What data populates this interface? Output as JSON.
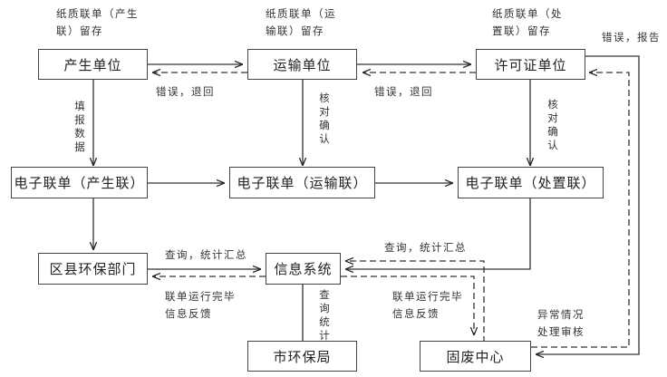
{
  "diagram": {
    "title": "",
    "nodes": {
      "producer": "产生单位",
      "transporter": "运输单位",
      "permit_unit": "许可证单位",
      "e_form_producer": "电子联单（产生联）",
      "e_form_transport": "电子联单（运输联）",
      "e_form_disposal": "电子联单（处置联）",
      "district_epb": "区县环保部门",
      "info_system": "信息系统",
      "city_epb": "市环保局",
      "solid_waste_center": "固废中心"
    },
    "notes": {
      "paper_producer_line1": "纸质联单（产生",
      "paper_producer_line2": "联）留存",
      "paper_transport_line1": "纸质联单（运",
      "paper_transport_line2": "输联）留存",
      "paper_disposal_line1": "纸质联单（处",
      "paper_disposal_line2": "置联）留存",
      "error_return_1": "错误，退回",
      "error_return_2": "错误，退回",
      "error_report": "错误，报告",
      "fill_data": [
        "填",
        "报",
        "数",
        "据"
      ],
      "verify_confirm_1": [
        "核",
        "对",
        "确",
        "认"
      ],
      "verify_confirm_2": [
        "核",
        "对",
        "确",
        "认"
      ],
      "query_stats_left": "查询，统计汇总",
      "query_stats_right": "查询，统计汇总",
      "feedback_left_line1": "联单运行完毕",
      "feedback_left_line2": "信息反馈",
      "feedback_right_line1": "联单运行完毕",
      "feedback_right_line2": "信息反馈",
      "query_stats_vertical": [
        "查",
        "询",
        "统",
        "计"
      ],
      "anomaly_line1": "异常情况",
      "anomaly_line2": "处理审核"
    },
    "edges": [
      {
        "from": "producer",
        "to": "transporter",
        "style": "solid"
      },
      {
        "from": "transporter",
        "to": "producer",
        "style": "dashed",
        "label": "错误，退回"
      },
      {
        "from": "transporter",
        "to": "permit_unit",
        "style": "solid"
      },
      {
        "from": "permit_unit",
        "to": "transporter",
        "style": "dashed",
        "label": "错误，退回"
      },
      {
        "from": "producer",
        "to": "e_form_producer",
        "style": "solid",
        "label": "填报数据"
      },
      {
        "from": "transporter",
        "to": "e_form_transport",
        "style": "solid",
        "label": "核对确认"
      },
      {
        "from": "permit_unit",
        "to": "e_form_disposal",
        "style": "solid",
        "label": "核对确认"
      },
      {
        "from": "e_form_producer",
        "to": "e_form_transport",
        "style": "solid"
      },
      {
        "from": "e_form_transport",
        "to": "e_form_disposal",
        "style": "solid"
      },
      {
        "from": "e_form_producer",
        "to": "district_epb",
        "style": "solid"
      },
      {
        "from": "district_epb",
        "to": "info_system",
        "style": "solid",
        "label": "查询，统计汇总"
      },
      {
        "from": "info_system",
        "to": "district_epb",
        "style": "dashed",
        "label": "联单运行完毕信息反馈"
      },
      {
        "from": "e_form_disposal",
        "to": "info_system",
        "style": "solid"
      },
      {
        "from": "solid_waste_center",
        "to": "info_system",
        "style": "dashed",
        "label": "查询，统计汇总"
      },
      {
        "from": "info_system",
        "to": "solid_waste_center",
        "style": "dashed",
        "label": "联单运行完毕信息反馈"
      },
      {
        "from": "info_system",
        "to": "city_epb",
        "style": "solid",
        "label": "查询统计"
      },
      {
        "from": "permit_unit",
        "to": "solid_waste_center",
        "style": "solid",
        "label": "错误，报告"
      },
      {
        "from": "solid_waste_center",
        "to": "permit_unit",
        "style": "dashed",
        "label": "异常情况处理审核"
      }
    ]
  }
}
